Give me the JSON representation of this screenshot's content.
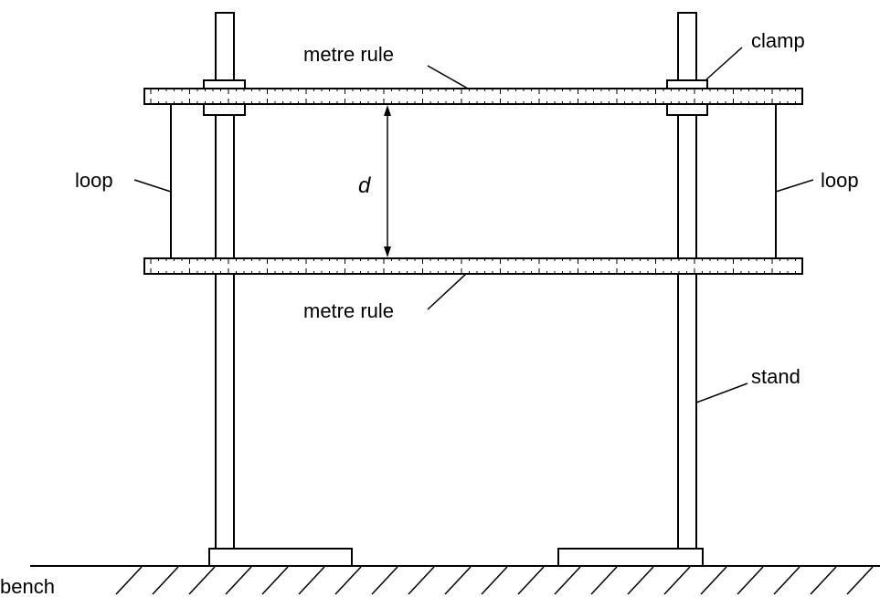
{
  "labels": {
    "metre_rule_top": "metre rule",
    "metre_rule_bottom": "metre rule",
    "clamp": "clamp",
    "loop_left": "loop",
    "loop_right": "loop",
    "distance": "d",
    "stand": "stand",
    "bench": "bench"
  }
}
